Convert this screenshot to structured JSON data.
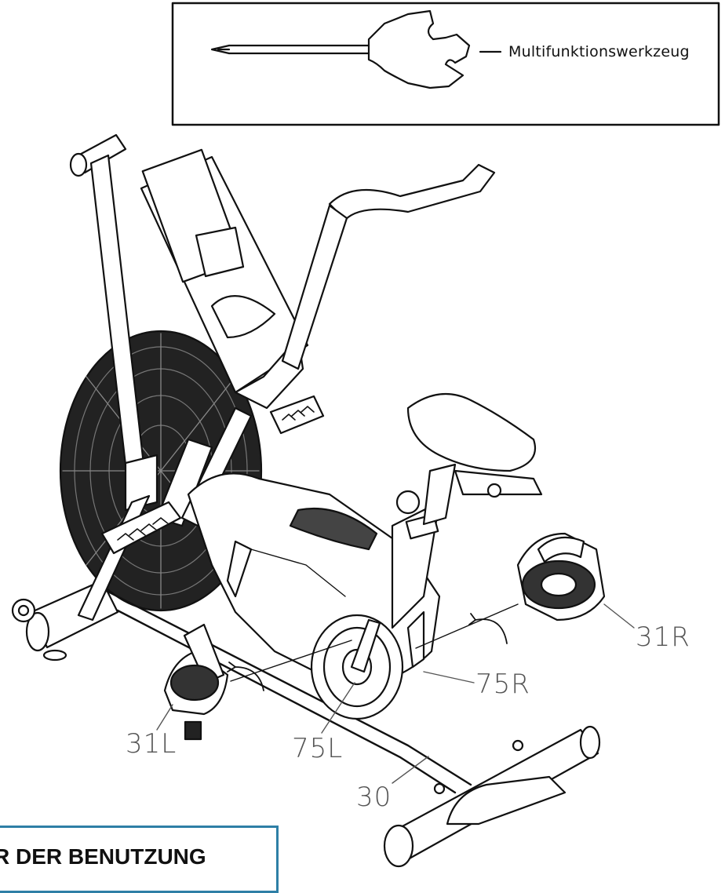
{
  "tool_box": {
    "label": "Multifunktionswerkzeug"
  },
  "part_labels": {
    "pedal_right": "31R",
    "crank_right": "75R",
    "pedal_left": "31L",
    "crank_left": "75L",
    "stabilizer": "30"
  },
  "notice": {
    "text": "R DER BENUTZUNG"
  }
}
